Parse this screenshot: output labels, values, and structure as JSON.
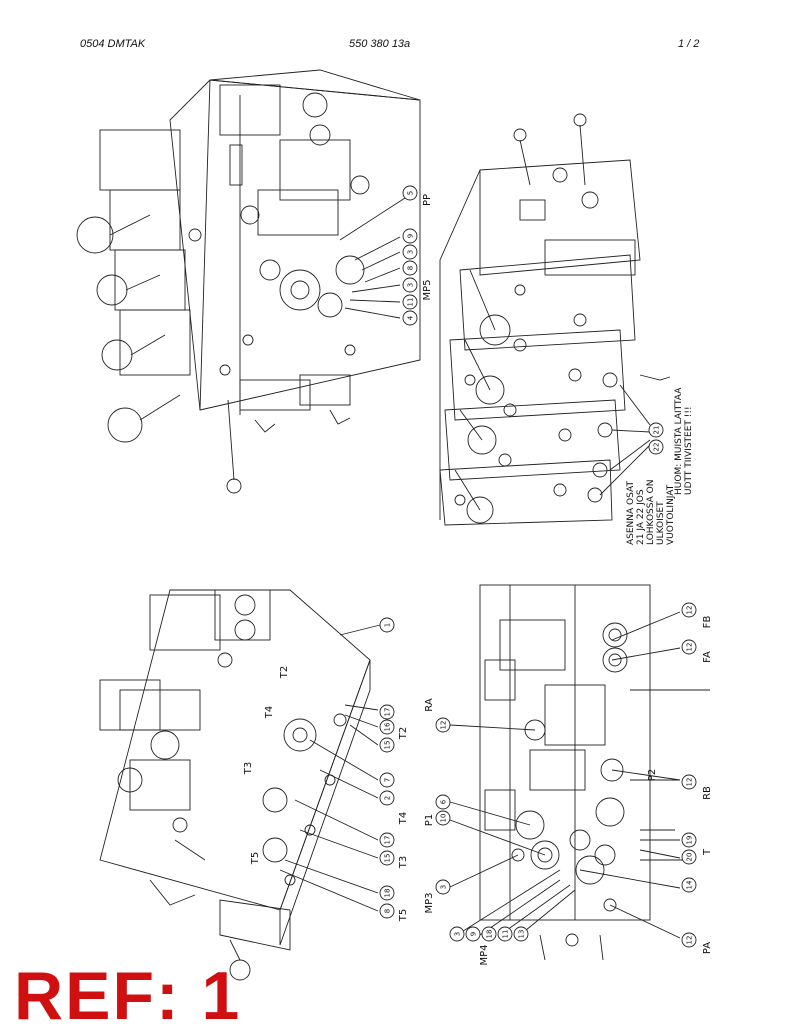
{
  "header": {
    "doc_code": "0504 DMTAK",
    "part_number": "550 380 13a",
    "page": "1 /  2"
  },
  "top_left_view": {
    "labels": [
      "PP",
      "MP5"
    ],
    "balloons": [
      "5",
      "9",
      "3",
      "8",
      "3",
      "11",
      "4"
    ]
  },
  "top_right_view": {
    "balloons": [
      "21",
      "22"
    ],
    "note_1": [
      "HUOM: MUISTA LAITTAA",
      "UDTT TIIVISTEET !!!"
    ],
    "note_2": [
      "ASENNA OSAT",
      "21 JA 22 JOS",
      "LOHKOSSA ON",
      "ULKOISET",
      "VUOTOLINJAT"
    ]
  },
  "bottom_left_view": {
    "labels": [
      "T2",
      "T4",
      "T3",
      "T5",
      "T2",
      "T4",
      "T3",
      "T5"
    ],
    "balloons": [
      "1",
      "17",
      "16",
      "15",
      "7",
      "2",
      "17",
      "15",
      "18",
      "8"
    ]
  },
  "bottom_right_view": {
    "labels": [
      "FB",
      "FA",
      "RA",
      "RB",
      "P2",
      "P1",
      "T",
      "MP3",
      "MP4",
      "PA"
    ],
    "balloons": [
      "12",
      "12",
      "12",
      "12",
      "6",
      "10",
      "19",
      "20",
      "3",
      "14",
      "3",
      "9",
      "18",
      "11",
      "13",
      "12"
    ]
  },
  "stamp": "REF: 1"
}
